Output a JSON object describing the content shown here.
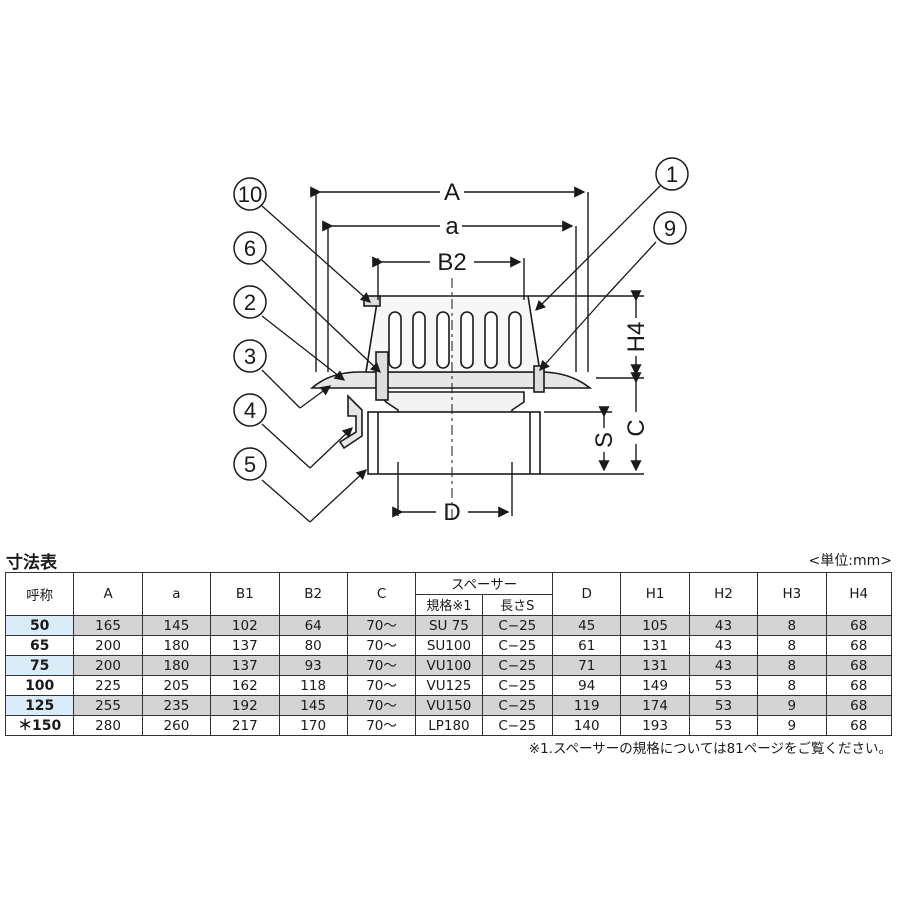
{
  "diagram": {
    "callouts": [
      "10",
      "6",
      "2",
      "3",
      "4",
      "5",
      "1",
      "9"
    ],
    "dimensions": {
      "A": "A",
      "a": "a",
      "B2": "B2",
      "H4": "H4",
      "C": "C",
      "S": "S",
      "D": "D"
    }
  },
  "table": {
    "title": "寸法表",
    "unit": "<単位:mm>",
    "headers": {
      "nominal": "呼称",
      "A": "A",
      "a": "a",
      "B1": "B1",
      "B2": "B2",
      "C": "C",
      "spacer": "スペーサー",
      "spacer_spec": "規格※1",
      "spacer_length": "長さS",
      "D": "D",
      "H1": "H1",
      "H2": "H2",
      "H3": "H3",
      "H4": "H4"
    },
    "rows": [
      {
        "nominal": "50",
        "A": "165",
        "a": "145",
        "B1": "102",
        "B2": "64",
        "C": "70〜",
        "spec": "SU 75",
        "len": "C−25",
        "D": "45",
        "H1": "105",
        "H2": "43",
        "H3": "8",
        "H4": "68"
      },
      {
        "nominal": "65",
        "A": "200",
        "a": "180",
        "B1": "137",
        "B2": "80",
        "C": "70〜",
        "spec": "SU100",
        "len": "C−25",
        "D": "61",
        "H1": "131",
        "H2": "43",
        "H3": "8",
        "H4": "68"
      },
      {
        "nominal": "75",
        "A": "200",
        "a": "180",
        "B1": "137",
        "B2": "93",
        "C": "70〜",
        "spec": "VU100",
        "len": "C−25",
        "D": "71",
        "H1": "131",
        "H2": "43",
        "H3": "8",
        "H4": "68"
      },
      {
        "nominal": "100",
        "A": "225",
        "a": "205",
        "B1": "162",
        "B2": "118",
        "C": "70〜",
        "spec": "VU125",
        "len": "C−25",
        "D": "94",
        "H1": "149",
        "H2": "53",
        "H3": "8",
        "H4": "68"
      },
      {
        "nominal": "125",
        "A": "255",
        "a": "235",
        "B1": "192",
        "B2": "145",
        "C": "70〜",
        "spec": "VU150",
        "len": "C−25",
        "D": "119",
        "H1": "174",
        "H2": "53",
        "H3": "9",
        "H4": "68"
      },
      {
        "nominal": "＊150",
        "A": "280",
        "a": "260",
        "B1": "217",
        "B2": "170",
        "C": "70〜",
        "spec": "LP180",
        "len": "C−25",
        "D": "140",
        "H1": "193",
        "H2": "53",
        "H3": "9",
        "H4": "68"
      }
    ],
    "footnote": "※1.スペーサーの規格については81ページをご覧ください。"
  }
}
